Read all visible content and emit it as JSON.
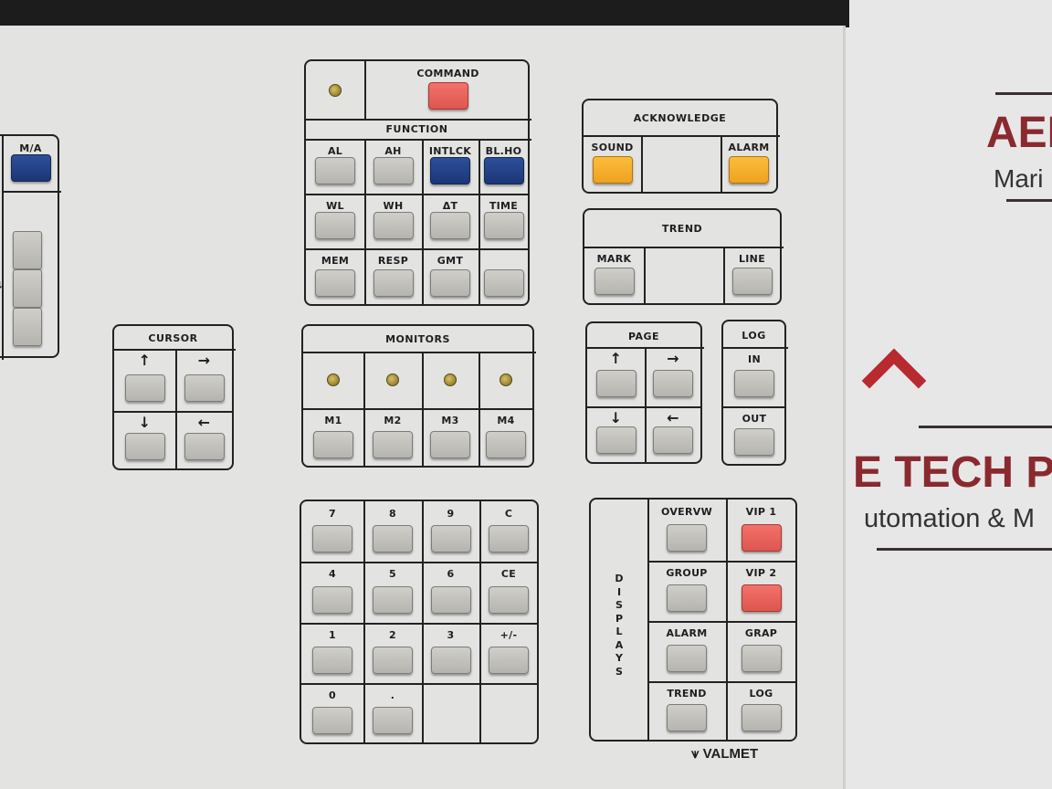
{
  "left_partial": {
    "ma_label": "M/A",
    "arrow_labels": [
      "↑",
      "↑↓",
      "↓"
    ]
  },
  "command": {
    "title": "COMMAND"
  },
  "function": {
    "title": "FUNCTION",
    "keys": [
      "AL",
      "AH",
      "INTLCK",
      "BL.HO",
      "WL",
      "WH",
      "ΔT",
      "TIME",
      "MEM",
      "RESP",
      "GMT",
      ""
    ]
  },
  "monitors": {
    "title": "MONITORS",
    "keys": [
      "M1",
      "M2",
      "M3",
      "M4"
    ]
  },
  "cursor": {
    "title": "CURSOR",
    "keys": [
      "↑",
      "→",
      "↓",
      "←"
    ]
  },
  "numpad": {
    "keys": [
      "7",
      "8",
      "9",
      "C",
      "4",
      "5",
      "6",
      "CE",
      "1",
      "2",
      "3",
      "+/-",
      "0",
      "."
    ]
  },
  "acknowledge": {
    "title": "ACKNOWLEDGE",
    "sound": "SOUND",
    "alarm": "ALARM"
  },
  "trend": {
    "title": "TREND",
    "mark": "MARK",
    "line": "LINE"
  },
  "page": {
    "title": "PAGE",
    "keys": [
      "↑",
      "→",
      "↓",
      "←"
    ]
  },
  "log": {
    "title": "LOG",
    "in": "IN",
    "out": "OUT"
  },
  "displays": {
    "title": "DISPLAYS",
    "keys": [
      "OVERVW",
      "VIP 1",
      "GROUP",
      "VIP 2",
      "ALARM",
      "GRAP",
      "TREND",
      "LOG"
    ]
  },
  "brand": "VALMET",
  "background_sign": {
    "line1": "AEL",
    "line2": "Mari",
    "line3": "E TECH PV",
    "line4": "utomation & M"
  },
  "colors": {
    "panel": "#e3e3e1",
    "key_grey": "#bdbcb6",
    "key_blue": "#1d3f8a",
    "key_red": "#e8605a",
    "key_amber": "#f4a928",
    "sign_red": "#8a2a2e"
  }
}
